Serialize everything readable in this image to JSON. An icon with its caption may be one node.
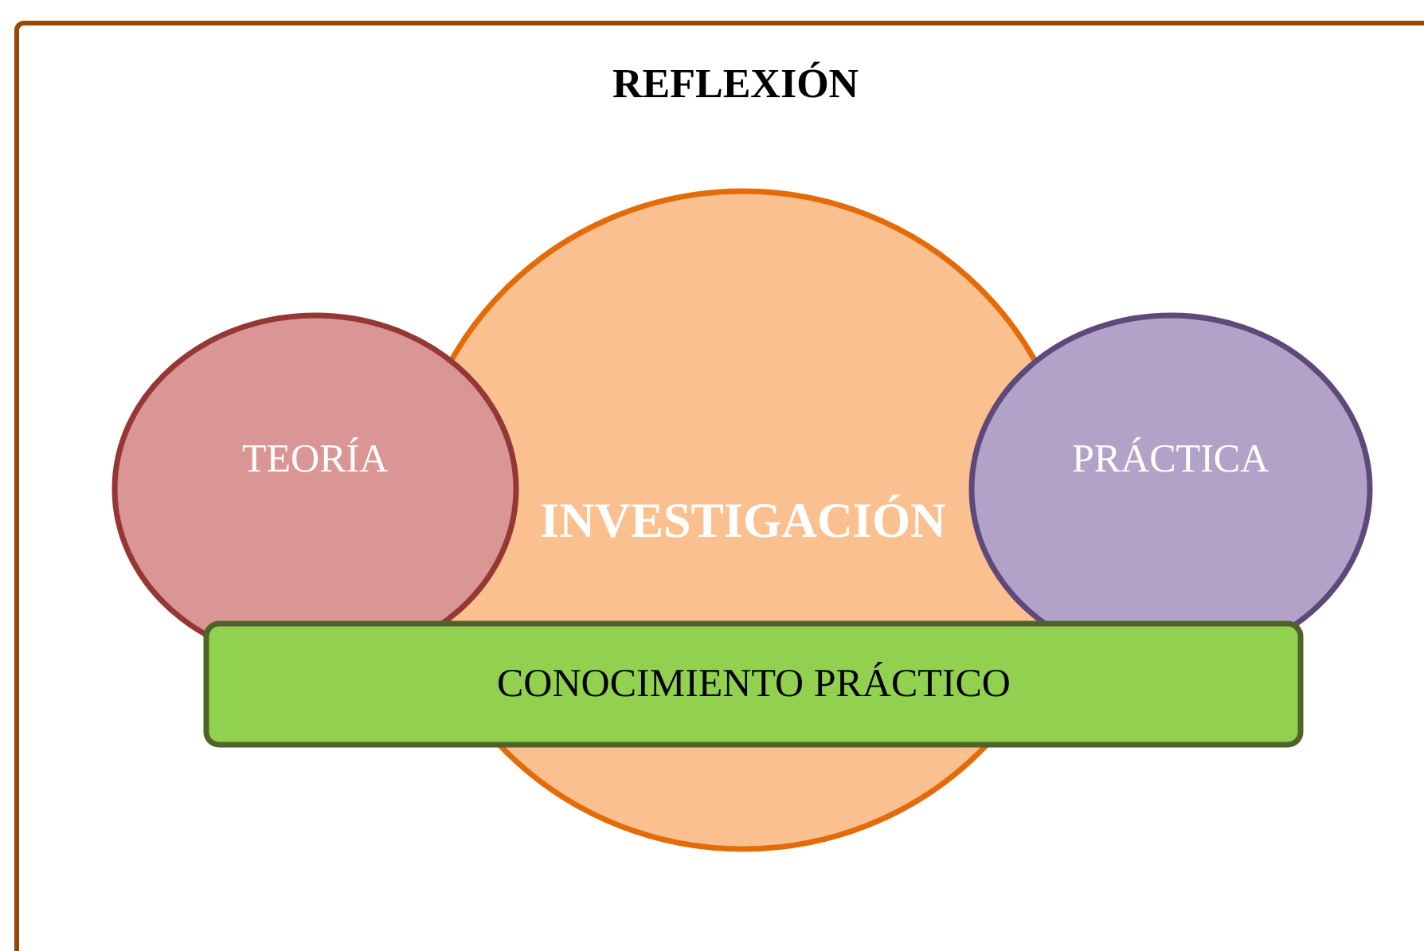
{
  "diagram": {
    "nodes": [
      {
        "text": [
          "REFLEXIÓN"
        ]
      },
      {
        "text": [
          "TEORÍA"
        ],
        "in": 0
      },
      {
        "text": [
          "INVESTIGACIÓN"
        ],
        "in": 0
      },
      {
        "text": [
          "PRÁCTICA"
        ],
        "in": 0
      },
      {
        "text": [
          "CONOCIMIENTO PRÁCTICO"
        ],
        "in": 0
      }
    ]
  }
}
